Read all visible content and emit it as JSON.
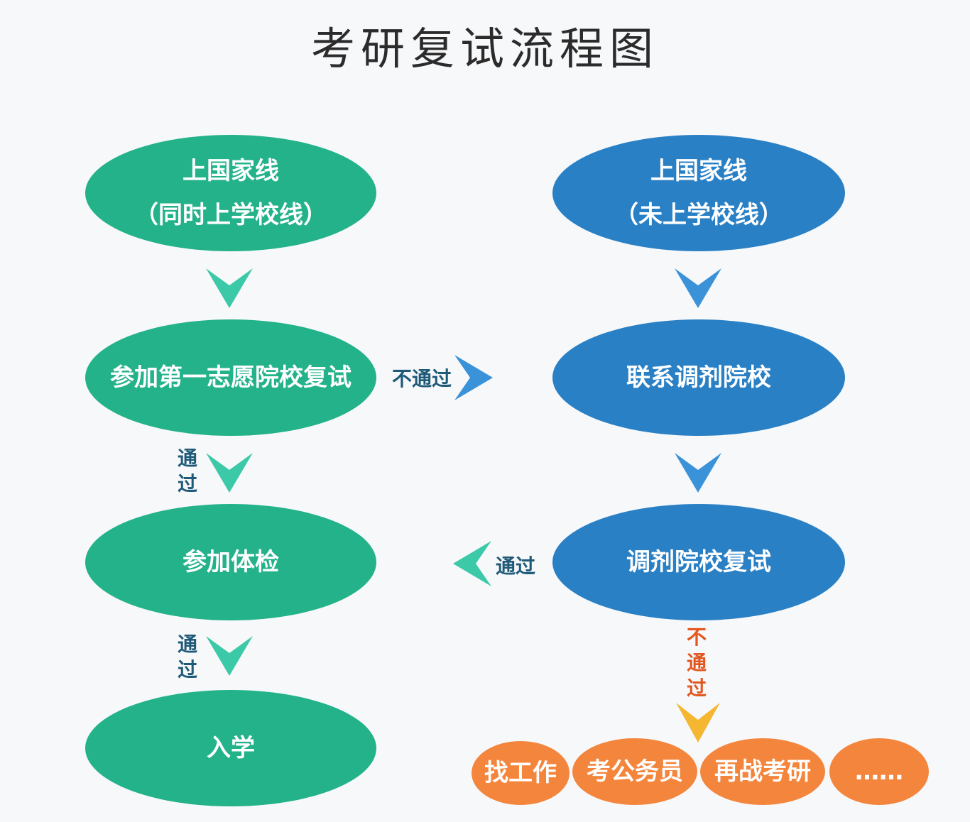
{
  "title": "考研复试流程图",
  "nodes": {
    "left_start_line1": "上国家线",
    "left_start_line2": "（同时上学校线）",
    "left_first_retest": "参加第一志愿院校复试",
    "left_physical": "参加体检",
    "left_enroll": "入学",
    "right_start_line1": "上国家线",
    "right_start_line2": "（未上学校线）",
    "right_contact": "联系调剂院校",
    "right_adjust_retest": "调剂院校复试"
  },
  "labels": {
    "fail_to_adjust": "不通过",
    "pass_1": "通过",
    "pass_2": "通过",
    "pass_from_adjust": "通过",
    "fail_from_adjust": "不通过"
  },
  "outcomes": [
    "找工作",
    "考公务员",
    "再战考研",
    "……"
  ],
  "colors": {
    "green": "#23b28a",
    "blue": "#2a80c5",
    "orange": "#f4853c",
    "arrow_green": "#3cc9a8",
    "arrow_blue": "#3a92d8",
    "arrow_yellow": "#f5b731"
  }
}
